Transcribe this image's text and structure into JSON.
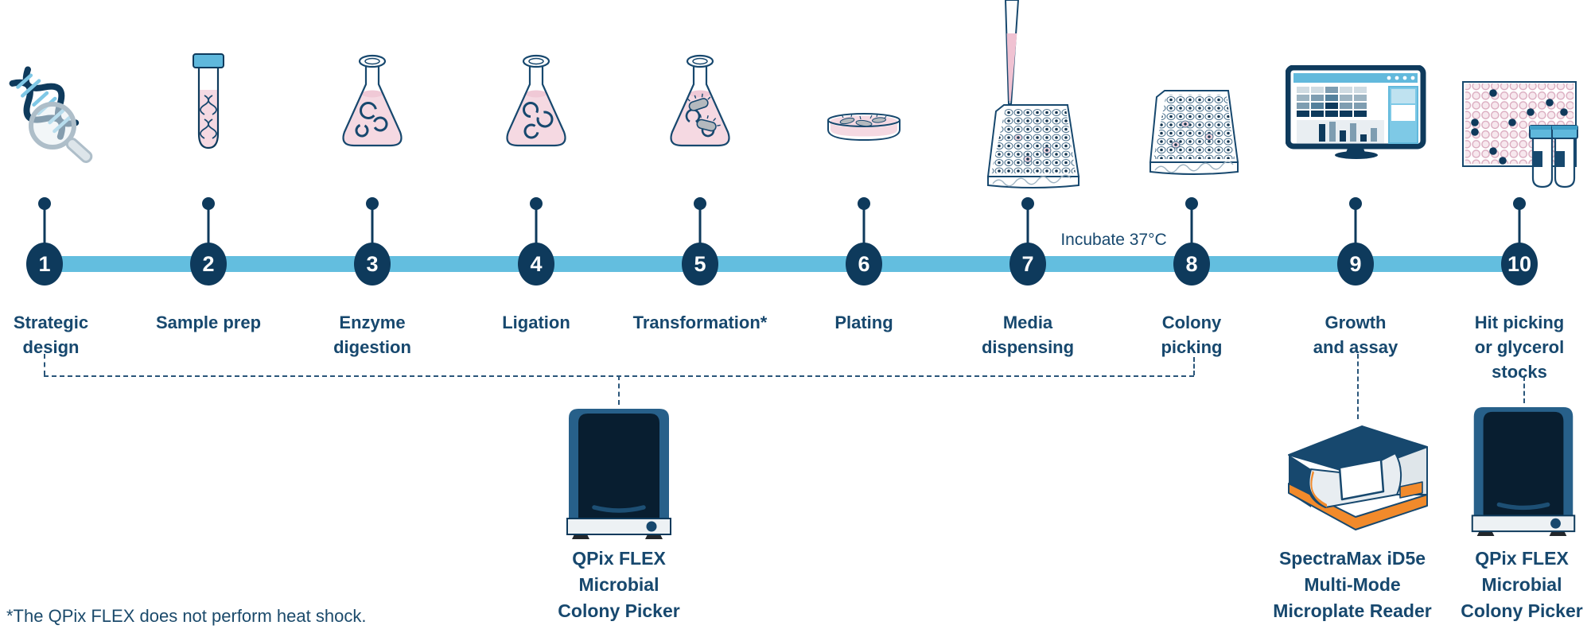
{
  "diagram": {
    "type": "workflow-timeline",
    "colors": {
      "navy": "#0e3a5c",
      "text_navy": "#17486e",
      "timeline_blue": "#63bedf",
      "cap_blue": "#5fb8dc",
      "liquid_pink": "#f5d9e2",
      "bacteria_gray": "#b4b9be",
      "instrument_orange": "#f18a2b",
      "instrument_edge_blue": "#27608a",
      "chamber_dark": "#081e30"
    },
    "timeline": {
      "incubate_label": "Incubate 37°C",
      "steps": [
        {
          "num": "1",
          "label": "Strategic\ndesign",
          "icon": "dna-magnifier-icon"
        },
        {
          "num": "2",
          "label": "Sample prep",
          "icon": "sample-tube-icon"
        },
        {
          "num": "3",
          "label": "Enzyme\ndigestion",
          "icon": "flask-plasmids-icon"
        },
        {
          "num": "4",
          "label": "Ligation",
          "icon": "flask-ligation-icon"
        },
        {
          "num": "5",
          "label": "Transformation*",
          "icon": "flask-bacteria-icon"
        },
        {
          "num": "6",
          "label": "Plating",
          "icon": "petri-dish-icon"
        },
        {
          "num": "7",
          "label": "Media\ndispensing",
          "icon": "microplate-pipette-icon"
        },
        {
          "num": "8",
          "label": "Colony\npicking",
          "icon": "microplate-icon"
        },
        {
          "num": "9",
          "label": "Growth\nand assay",
          "icon": "monitor-assay-icon"
        },
        {
          "num": "10",
          "label": "Hit picking\nor glycerol\nstocks",
          "icon": "plate-cryotubes-icon"
        }
      ]
    },
    "equipment": {
      "qpix_left": {
        "caption": "QPix FLEX\nMicrobial\nColony Picker",
        "icon": "qpix-flex-instrument-icon"
      },
      "spectramax": {
        "caption": "SpectraMax iD5e\nMulti-Mode\nMicroplate Reader",
        "icon": "spectramax-id5e-instrument-icon"
      },
      "qpix_right": {
        "caption": "QPix FLEX\nMicrobial\nColony Picker",
        "icon": "qpix-flex-instrument-icon"
      }
    },
    "footnote": "*The QPix FLEX does not perform heat shock."
  }
}
